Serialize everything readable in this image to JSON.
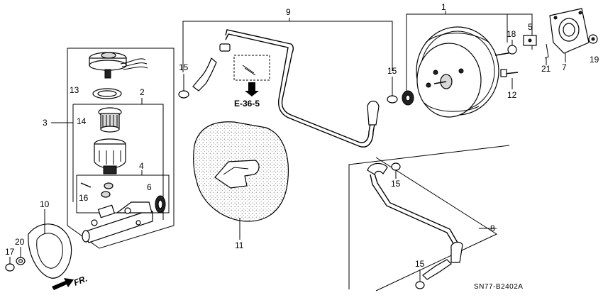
{
  "callouts": {
    "c1": "1",
    "c2": "2",
    "c3": "3",
    "c4": "4",
    "c5": "5",
    "c6": "6",
    "c7": "7",
    "c8": "8",
    "c9": "9",
    "c10": "10",
    "c11": "11",
    "c12": "12",
    "c13": "13",
    "c14": "14",
    "c15a": "15",
    "c15b": "15",
    "c15c": "15",
    "c15d": "15",
    "c16": "16",
    "c17": "17",
    "c18": "18",
    "c19": "19",
    "c20": "20",
    "c21": "21"
  },
  "reference": "E-36-5",
  "front_label": "FR.",
  "diagram_code": "SN77-B2402A"
}
